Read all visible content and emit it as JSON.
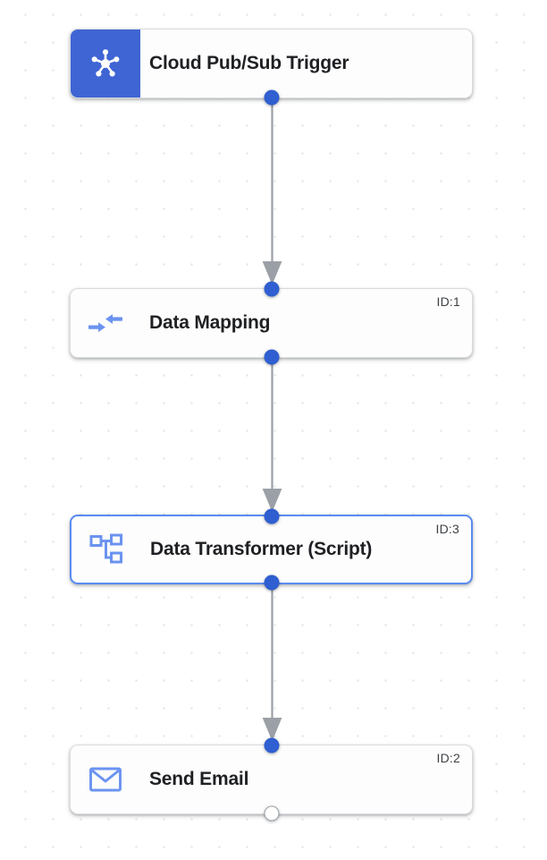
{
  "canvas": {
    "background_color": "#ffffff",
    "grid_dot_color": "#e3e3e3",
    "grid_spacing": 31
  },
  "theme": {
    "accent_blue": "#3f65d4",
    "handle_blue": "#2f5fd0",
    "icon_blue": "#6b93f0",
    "selected_border": "#5b8bf0",
    "edge_gray": "#9aa0a6",
    "node_border": "#dadce0",
    "node_fill": "#fdfdfd",
    "label_color": "#1f2023",
    "id_color": "#3c4043"
  },
  "workflow": {
    "nodes": [
      {
        "label": "Cloud Pub/Sub Trigger",
        "id_label": "",
        "icon": "pubsub-hub-icon",
        "icon_style": "filled",
        "selected": false,
        "top_handle": "none",
        "bottom_handle": "connected"
      },
      {
        "label": "Data Mapping",
        "id_label": "ID:1",
        "icon": "merge-arrows-icon",
        "icon_style": "outline",
        "selected": false,
        "top_handle": "connected",
        "bottom_handle": "connected"
      },
      {
        "label": "Data Transformer (Script)",
        "id_label": "ID:3",
        "icon": "account-tree-icon",
        "icon_style": "outline",
        "selected": true,
        "top_handle": "connected",
        "bottom_handle": "connected"
      },
      {
        "label": "Send Email",
        "id_label": "ID:2",
        "icon": "envelope-icon",
        "icon_style": "outline",
        "selected": false,
        "top_handle": "connected",
        "bottom_handle": "open"
      }
    ],
    "edges": [
      {
        "from": "Cloud Pub/Sub Trigger",
        "to": "Data Mapping"
      },
      {
        "from": "Data Mapping",
        "to": "Data Transformer (Script)"
      },
      {
        "from": "Data Transformer (Script)",
        "to": "Send Email"
      }
    ]
  }
}
